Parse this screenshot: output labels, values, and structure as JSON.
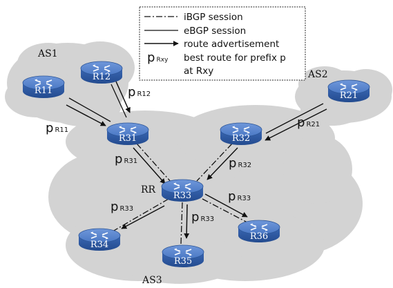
{
  "legend": {
    "ibgp_label": "iBGP session",
    "ebgp_label": "eBGP session",
    "adv_label": "route advertisement",
    "best_route_main": "p",
    "best_route_sub": "Rxy",
    "best_route_line1": "best route for prefix p",
    "best_route_line2": "at Rxy"
  },
  "as_labels": {
    "as1": "AS1",
    "as2": "AS2",
    "as3": "AS3",
    "rr": "RR"
  },
  "routers": {
    "r11": "R11",
    "r12": "R12",
    "r21": "R21",
    "r31": "R31",
    "r32": "R32",
    "r33": "R33",
    "r34": "R34",
    "r35": "R35",
    "r36": "R36"
  },
  "route_labels": {
    "p_r11": {
      "main": "p",
      "sub": "R11"
    },
    "p_r12": {
      "main": "p",
      "sub": "R12"
    },
    "p_r21": {
      "main": "p",
      "sub": "R21"
    },
    "p_r31": {
      "main": "p",
      "sub": "R31"
    },
    "p_r32": {
      "main": "p",
      "sub": "R32"
    },
    "p_r33_left": {
      "main": "p",
      "sub": "R33"
    },
    "p_r33_mid": {
      "main": "p",
      "sub": "R33"
    },
    "p_r33_right": {
      "main": "p",
      "sub": "R33"
    }
  },
  "colors": {
    "cloud": "#d3d3d3",
    "router_top": "#5a86cf",
    "router_side": "#2e5aa3"
  }
}
